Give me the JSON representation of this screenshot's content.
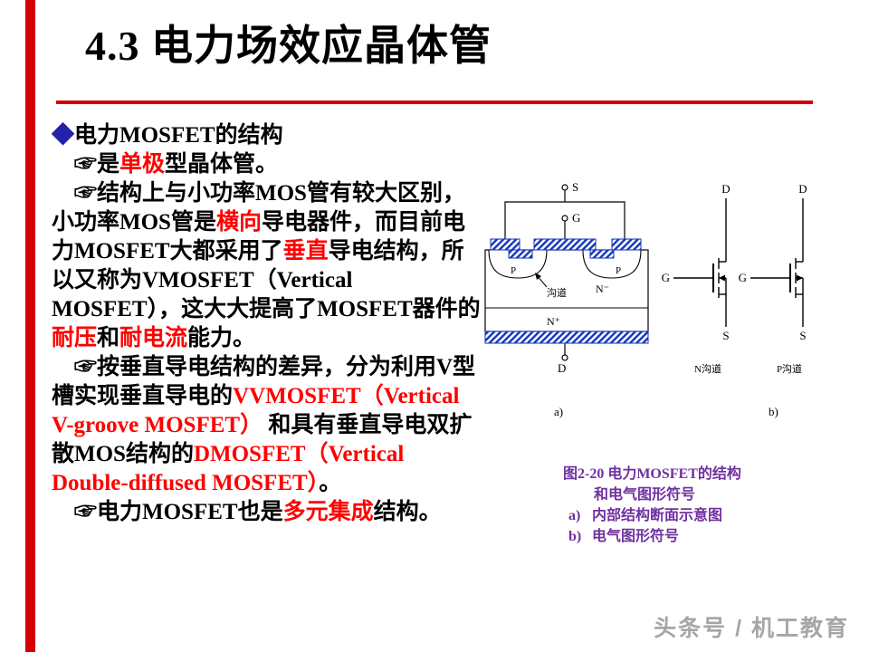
{
  "slide": {
    "title": "4.3 电力场效应晶体管",
    "watermark": "头条号 / 机工教育",
    "colors": {
      "accent_red": "#ff0000",
      "bar_red": "#d40000",
      "caption_purple": "#7030a0",
      "electrode_blue": "#1133bb",
      "bullet_blue": "#2222aa"
    }
  },
  "content": {
    "heading": [
      {
        "t": "◆",
        "c": "#2222aa"
      },
      {
        "t": "电力MOSFET的结构"
      }
    ],
    "paragraphs": [
      [
        {
          "t": "☞是"
        },
        {
          "t": "单极",
          "c": "#ff0000"
        },
        {
          "t": "型晶体管。"
        }
      ],
      [
        {
          "t": "☞结构上与小功率MOS管有较大区别，小功率MOS管是"
        },
        {
          "t": "横向",
          "c": "#ff0000"
        },
        {
          "t": "导电器件，而目前电力MOSFET大都采用了"
        },
        {
          "t": "垂直",
          "c": "#ff0000"
        },
        {
          "t": "导电结构，所以又称为VMOSFET（Vertical MOSFET），这大大提高了MOSFET器件的"
        },
        {
          "t": "耐压",
          "c": "#ff0000"
        },
        {
          "t": "和"
        },
        {
          "t": "耐电流",
          "c": "#ff0000"
        },
        {
          "t": "能力。"
        }
      ],
      [
        {
          "t": "☞按垂直导电结构的差异，分为利用V型槽实现垂直导电的"
        },
        {
          "t": "VVMOSFET（Vertical V-groove MOSFET）",
          "c": "#ff0000"
        },
        {
          "t": " 和具有垂直导电双扩散MOS结构的"
        },
        {
          "t": "DMOSFET（Vertical Double-diffused MOSFET）",
          "c": "#ff0000"
        },
        {
          "t": "。"
        }
      ],
      [
        {
          "t": "☞电力MOSFET也是"
        },
        {
          "t": "多元集成",
          "c": "#ff0000"
        },
        {
          "t": "结构。"
        }
      ]
    ]
  },
  "figure": {
    "cross_section": {
      "terminal_s": "S",
      "terminal_g": "G",
      "terminal_d": "D",
      "region_p_left": "P",
      "region_p_right": "P",
      "channel_label": "沟道",
      "region_n_minus": "N⁻",
      "region_n_plus": "N⁺",
      "sublabel": "a)"
    },
    "symbols": {
      "n": {
        "d": "D",
        "g": "G",
        "s": "S",
        "caption": "N沟道"
      },
      "p": {
        "d": "D",
        "g": "G",
        "s": "S",
        "caption": "P沟道"
      },
      "sublabel": "b)"
    },
    "caption": {
      "line1": "图2-20  电力MOSFET的结构",
      "line2": "和电气图形符号",
      "items": [
        {
          "label": "a)",
          "text": "内部结构断面示意图"
        },
        {
          "label": "b)",
          "text": "电气图形符号"
        }
      ]
    }
  }
}
